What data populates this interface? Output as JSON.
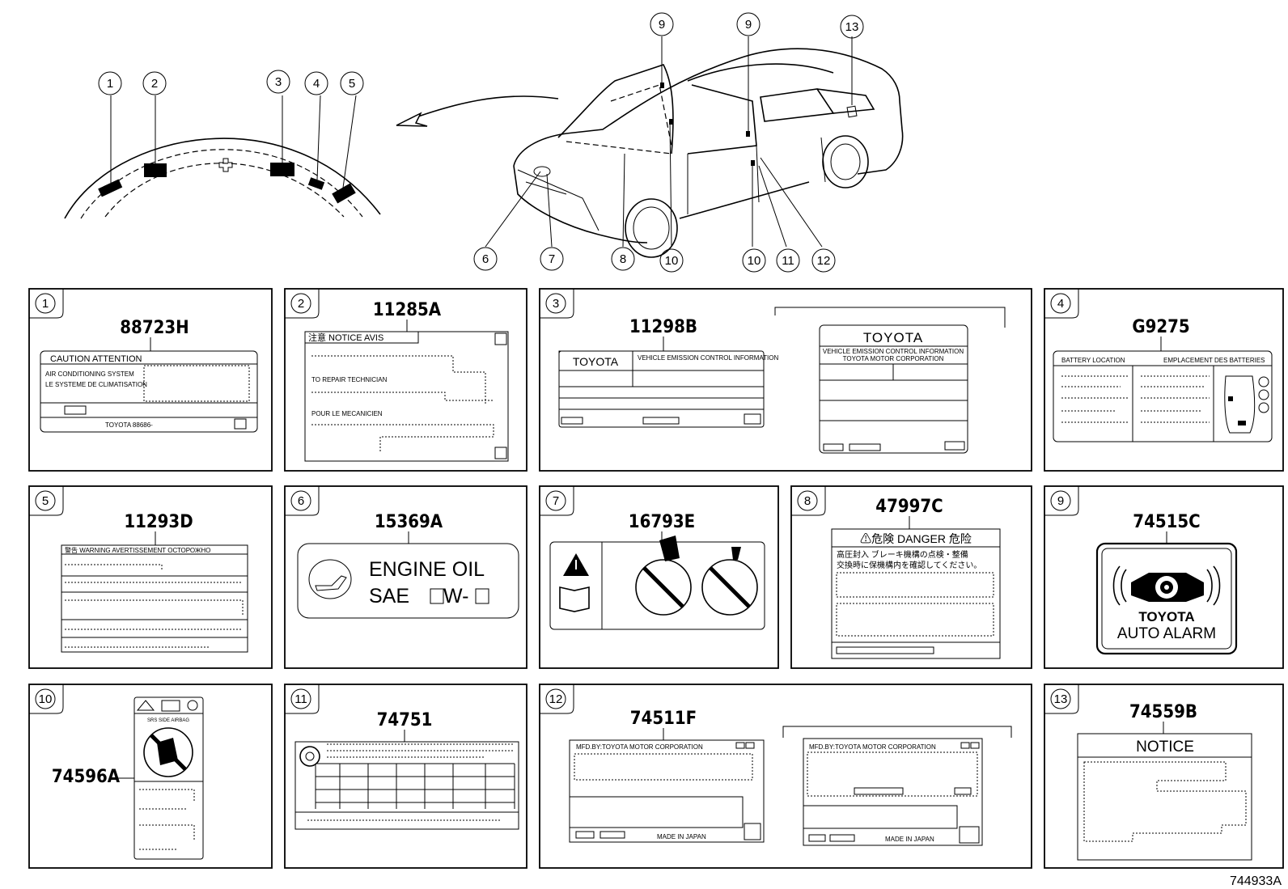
{
  "callouts_overview": [
    "1",
    "2",
    "3",
    "4",
    "5",
    "6",
    "7",
    "8",
    "9",
    "9",
    "10",
    "10",
    "11",
    "12",
    "13"
  ],
  "labels": [
    {
      "num": "1",
      "part": "88723H"
    },
    {
      "num": "2",
      "part": "11285A"
    },
    {
      "num": "3",
      "part": "11298B"
    },
    {
      "num": "4",
      "part": "G9275"
    },
    {
      "num": "5",
      "part": "11293D"
    },
    {
      "num": "6",
      "part": "15369A"
    },
    {
      "num": "7",
      "part": "16793E"
    },
    {
      "num": "8",
      "part": "47997C"
    },
    {
      "num": "9",
      "part": "74515C"
    },
    {
      "num": "10",
      "part": "74596A"
    },
    {
      "num": "11",
      "part": "74751"
    },
    {
      "num": "12",
      "part": "74511F"
    },
    {
      "num": "13",
      "part": "74559B"
    }
  ],
  "label_text": {
    "l1_header": "CAUTION  ATTENTION",
    "l1_line1": "AIR CONDITIONING SYSTEM",
    "l1_line2": "LE SYSTEME DE CLIMATISATION",
    "l1_small": "TOYOTA 88686-",
    "l2_header": "注意  NOTICE  AVIS",
    "l2_sub1": "TO REPAIR TECHNICIAN",
    "l2_sub2": "POUR LE MECANICIEN",
    "l3_brand": "TOYOTA",
    "l3_title": "VEHICLE EMISSION CONTROL INFORMATION",
    "l3b_brand": "TOYOTA",
    "l3b_line1": "VEHICLE EMISSION CONTROL INFORMATION",
    "l3b_line2": "TOYOTA MOTOR CORPORATION",
    "l4_left": "BATTERY LOCATION",
    "l4_right": "EMPLACEMENT DES BATTERIES",
    "l5_header": "警告 WARNING AVERTISSEMENT ОСТОРОЖНО",
    "l6_line1": "ENGINE  OIL",
    "l6_line2": "SAE",
    "l6_sep": "W-",
    "l8_header": "⚠危険  DANGER  危险",
    "l8_line1": "高圧封入  ブレーキ機構の点検・整備",
    "l8_line2": "交換時に保機構内を確認してください。",
    "l9_brand": "TOYOTA",
    "l9_sub": "AUTO ALARM",
    "l10_sub": "SRS  SIDE  AIRBAG",
    "l12_mfd": "MFD.BY:TOYOTA MOTOR CORPORATION",
    "l12_made": "MADE IN JAPAN",
    "l12b_mfd": "MFD.BY:TOYOTA MOTOR CORPORATION",
    "l12b_made": "MADE IN JAPAN",
    "l13_title": "NOTICE"
  },
  "diagram_id": "744933A"
}
